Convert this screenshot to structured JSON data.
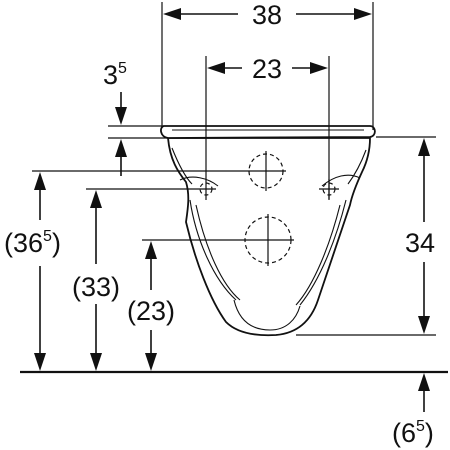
{
  "dimensions": {
    "width_total": "38",
    "bolt_spacing": "23",
    "rim_thickness": {
      "base": "3",
      "sup": "5"
    },
    "height_front": "34",
    "rim_height": {
      "prefix": "(36",
      "sup": "5",
      "suffix": ")"
    },
    "bolt_height": "(33)",
    "outlet_height": "(23)",
    "floor_offset": {
      "prefix": "(6",
      "sup": "5",
      "suffix": ")"
    }
  },
  "colors": {
    "line": "#111111",
    "background": "#ffffff"
  }
}
